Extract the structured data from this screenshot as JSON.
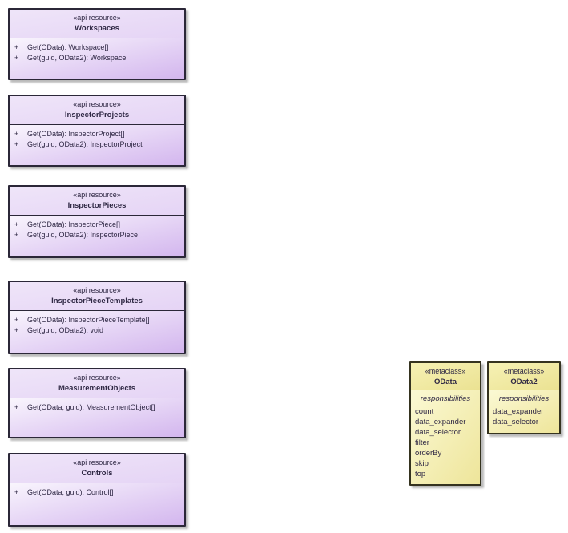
{
  "diagram": {
    "colors": {
      "resource_border": "#2b2738",
      "resource_header_start": "#efe5f9",
      "resource_header_end": "#e5d4f5",
      "resource_body_start": "#f9f5fd",
      "resource_body_end": "#d3b6ee",
      "metaclass_border": "#35331f",
      "metaclass_header_start": "#f6f1b4",
      "metaclass_header_end": "#ebe292",
      "metaclass_body_start": "#fbf9d4",
      "metaclass_body_end": "#eee59a",
      "text": "#2f2844",
      "shadow": "#9a9a9a"
    },
    "api_resources": [
      {
        "stereotype": "«api resource»",
        "name": "Workspaces",
        "methods": [
          {
            "vis": "+",
            "sig": "Get(OData): Workspace[]"
          },
          {
            "vis": "+",
            "sig": "Get(guid, OData2): Workspace"
          }
        ]
      },
      {
        "stereotype": "«api resource»",
        "name": "InspectorProjects",
        "methods": [
          {
            "vis": "+",
            "sig": "Get(OData): InspectorProject[]"
          },
          {
            "vis": "+",
            "sig": "Get(guid, OData2): InspectorProject"
          }
        ]
      },
      {
        "stereotype": "«api resource»",
        "name": "InspectorPieces",
        "methods": [
          {
            "vis": "+",
            "sig": "Get(OData): InspectorPiece[]"
          },
          {
            "vis": "+",
            "sig": "Get(guid, OData2): InspectorPiece"
          }
        ]
      },
      {
        "stereotype": "«api resource»",
        "name": "InspectorPieceTemplates",
        "methods": [
          {
            "vis": "+",
            "sig": "Get(OData): InspectorPieceTemplate[]"
          },
          {
            "vis": "+",
            "sig": "Get(guid, OData2): void"
          }
        ]
      },
      {
        "stereotype": "«api resource»",
        "name": "MeasurementObjects",
        "methods": [
          {
            "vis": "+",
            "sig": "Get(OData, guid): MeasurementObject[]"
          }
        ]
      },
      {
        "stereotype": "«api resource»",
        "name": "Controls",
        "methods": [
          {
            "vis": "+",
            "sig": "Get(OData, guid): Control[]"
          }
        ]
      }
    ],
    "metaclasses": [
      {
        "stereotype": "«metaclass»",
        "name": "OData",
        "section_label": "responsibilities",
        "items": [
          "count",
          "data_expander",
          "data_selector",
          "filter",
          "orderBy",
          "skip",
          "top"
        ]
      },
      {
        "stereotype": "«metaclass»",
        "name": "OData2",
        "section_label": "responsibilities",
        "items": [
          "data_expander",
          "data_selector"
        ]
      }
    ]
  }
}
